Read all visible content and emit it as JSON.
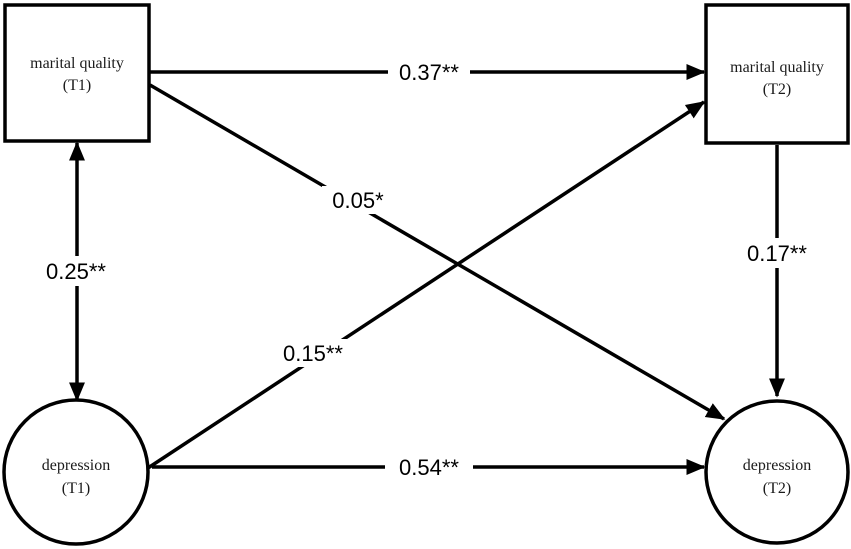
{
  "nodes": {
    "mq_t1": {
      "line1": "marital quality",
      "line2": "(T1)"
    },
    "mq_t2": {
      "line1": "marital quality",
      "line2": "(T2)"
    },
    "dep_t1": {
      "line1": "depression",
      "line2": "(T1)"
    },
    "dep_t2": {
      "line1": "depression",
      "line2": "(T2)"
    }
  },
  "paths": {
    "mq_t1_to_mq_t2": "0.37**",
    "mq_t1_to_dep_t2": "0.05*",
    "mq_t1_dep_t1_cov": "0.25**",
    "dep_t1_to_mq_t2": "0.15**",
    "dep_t1_to_dep_t2": "0.54**",
    "mq_t2_to_dep_t2": "0.17**"
  },
  "colors": {
    "stroke": "#000000",
    "fill": "#ffffff",
    "text": "#1a1a1a"
  }
}
